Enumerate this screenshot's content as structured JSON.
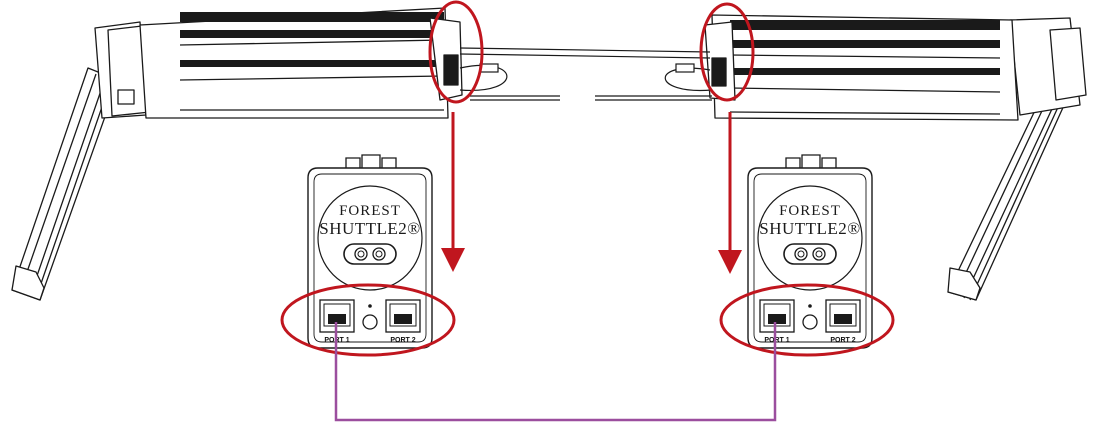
{
  "motor_left": {
    "brand_line1": "FOREST",
    "brand_line2": "SHUTTLE2®",
    "port1_label": "PORT 1",
    "port2_label": "PORT 2"
  },
  "motor_right": {
    "brand_line1": "FOREST",
    "brand_line2": "SHUTTLE2®",
    "port1_label": "PORT 1",
    "port2_label": "PORT 2"
  },
  "colors": {
    "highlight": "#c0161e",
    "cable": "#9b4e9e",
    "line": "#1a1a1a"
  }
}
